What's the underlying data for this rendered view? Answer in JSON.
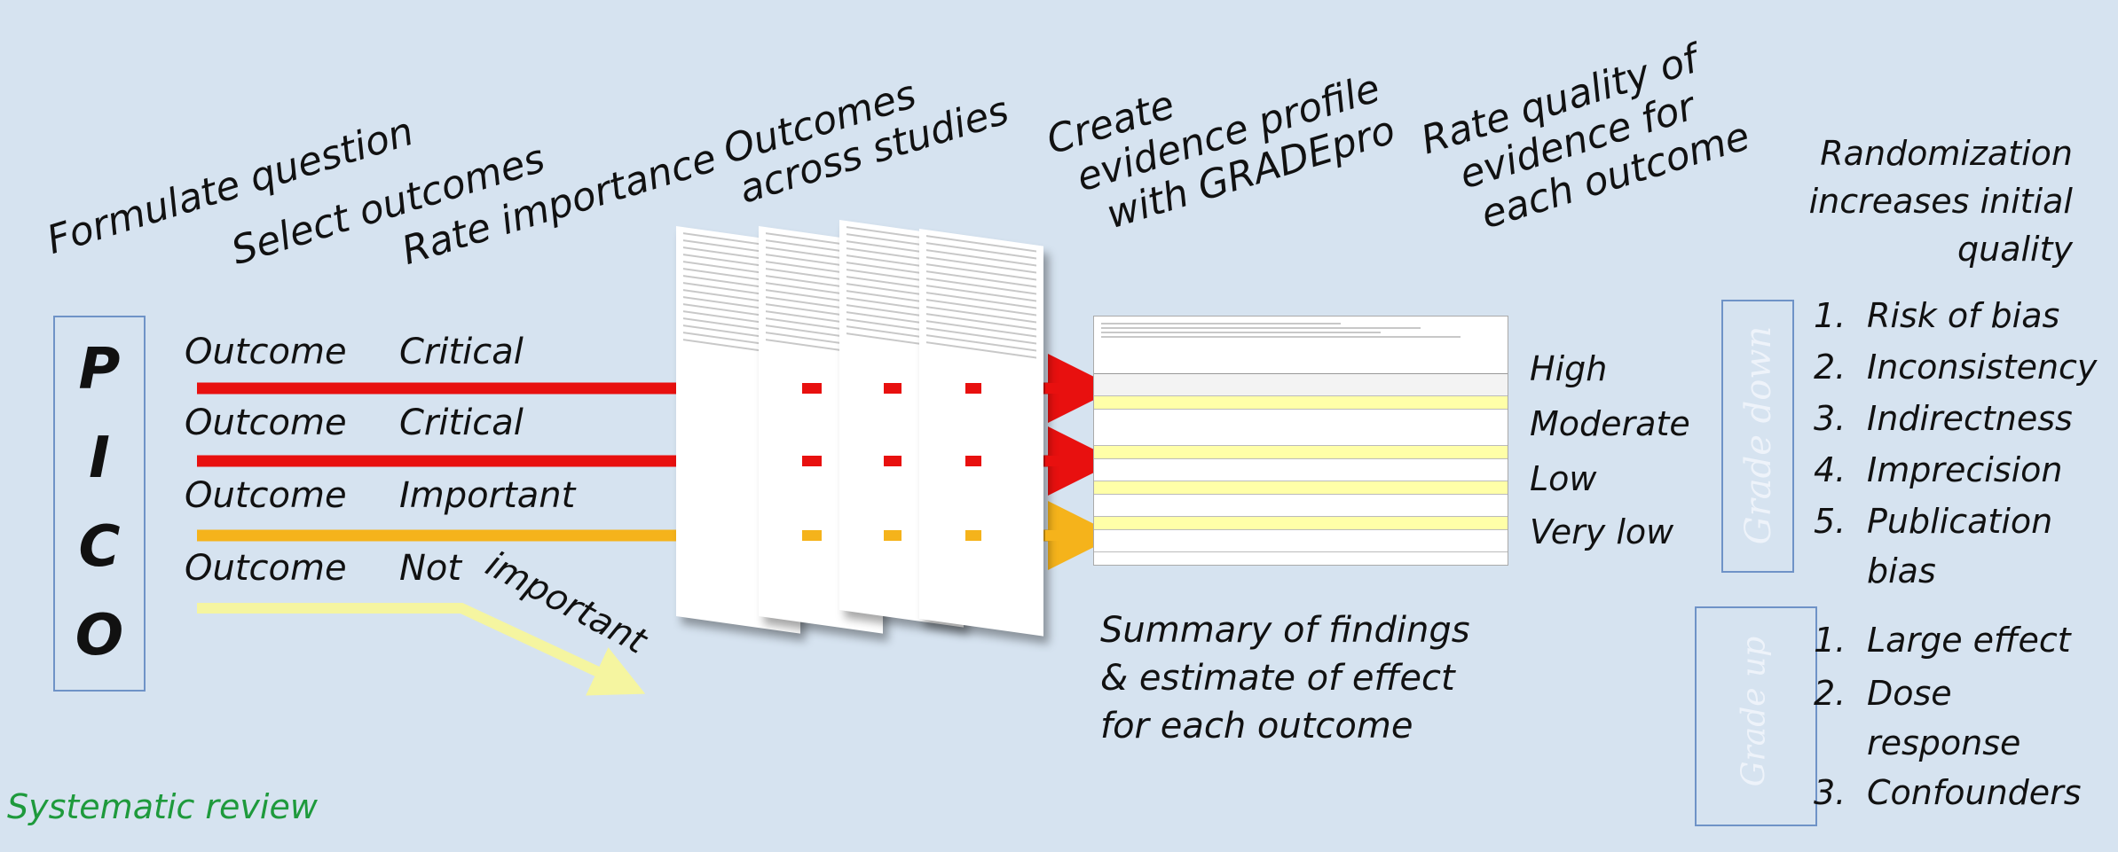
{
  "headings": {
    "formulate": "Formulate question",
    "select": "Select outcomes",
    "rate_importance": "Rate importance",
    "outcomes_across": [
      "Outcomes",
      "across studies"
    ],
    "create_profile": [
      "Create",
      "evidence profile",
      "with GRADEpro"
    ],
    "rate_quality": [
      "Rate quality of",
      "evidence for",
      "each outcome"
    ]
  },
  "pico": [
    "P",
    "I",
    "C",
    "O"
  ],
  "outcomes": [
    {
      "label": "Outcome",
      "importance": "Critical",
      "arrow_color": "#e8100f"
    },
    {
      "label": "Outcome",
      "importance": "Critical",
      "arrow_color": "#e8100f"
    },
    {
      "label": "Outcome",
      "importance": "Important",
      "arrow_color": "#f5b31b"
    },
    {
      "label": "Outcome",
      "importance": "Not",
      "arrow_color": "#f5f5a0"
    }
  ],
  "not_important_tail": "important",
  "quality_levels": [
    "High",
    "Moderate",
    "Low",
    "Very low"
  ],
  "summary": [
    "Summary of findings",
    "& estimate of effect",
    "for each outcome"
  ],
  "randomization": [
    "Randomization",
    "increases initial",
    "quality"
  ],
  "grade_down": {
    "label": "Grade down",
    "items": [
      {
        "num": "1.",
        "text": [
          "Risk of bias"
        ]
      },
      {
        "num": "2.",
        "text": [
          "Inconsistency"
        ]
      },
      {
        "num": "3.",
        "text": [
          "Indirectness"
        ]
      },
      {
        "num": "4.",
        "text": [
          "Imprecision"
        ]
      },
      {
        "num": "5.",
        "text": [
          "Publication",
          "bias"
        ]
      }
    ]
  },
  "grade_up": {
    "label": "Grade up",
    "items": [
      {
        "num": "1.",
        "text": [
          "Large effect"
        ]
      },
      {
        "num": "2.",
        "text": [
          "Dose",
          "response"
        ]
      },
      {
        "num": "3.",
        "text": [
          "Confounders"
        ]
      }
    ]
  },
  "footer": "Systematic review",
  "colors": {
    "background": "#d6e3f0",
    "critical": "#e8100f",
    "important": "#f5b31b",
    "not_important": "#f5f5a0",
    "footer_text": "#1e9a3c",
    "box_border": "#6f93c7"
  }
}
